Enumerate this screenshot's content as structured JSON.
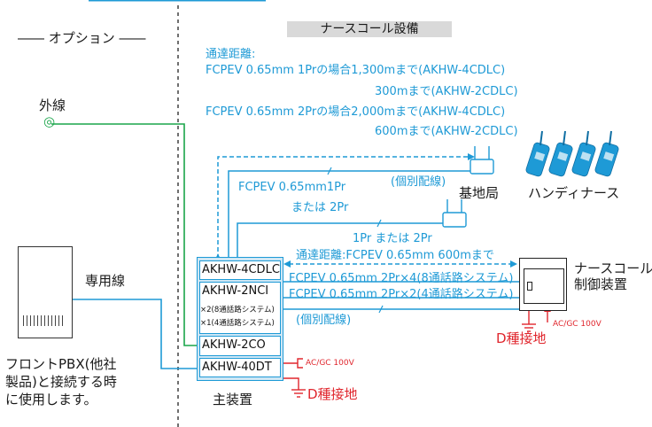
{
  "header": {
    "option_label": "―― オプション ――",
    "nurse_call_equipment": "ナースコール設備"
  },
  "distance_notes": {
    "title": "通達距離:",
    "line1": "FCPEV 0.65mm 1Prの場合1,300mまで(AKHW-4CDLC)",
    "line2": "300mまで(AKHW-2CDLC)",
    "line3": "FCPEV 0.65mm 2Prの場合2,000mまで(AKHW-4CDLC)",
    "line4": "600mまで(AKHW-2CDLC)"
  },
  "outside_line": {
    "label": "外線",
    "symbol": "◎"
  },
  "base_station": {
    "label": "基地局",
    "individual_wiring": "(個別配線)"
  },
  "handy_nurse": {
    "label": "ハンディナース"
  },
  "cable_labels": {
    "fcpev_1pr": "FCPEV 0.65mm1Pr",
    "or_2pr": "または 2Pr",
    "pr_or_2pr": "1Pr または 2Pr"
  },
  "control_links": {
    "distance": "通達距離:FCPEV 0.65mm 600mまで",
    "eight_call": "FCPEV 0.65mm 2Pr×4(8通話路システム)",
    "four_call": "FCPEV 0.65mm 2Pr×2(4通話路システム)",
    "individual_wiring": "(個別配線)"
  },
  "control_unit": {
    "label_line1": "ナースコール",
    "label_line2": "制御装置",
    "power": "AC/GC 100V",
    "ground": "D種接地"
  },
  "main_unit": {
    "label": "主装置",
    "cards": {
      "cdlc": "AKHW-4CDLC",
      "nci": "AKHW-2NCI",
      "nci_x2": "×2(8通話路システム)",
      "nci_x1": "×1(4通話路システム)",
      "co": "AKHW-2CO",
      "dt": "AKHW-40DT"
    },
    "power": "AC/GC 100V",
    "ground": "D種接地"
  },
  "dedicated_line": {
    "label": "専用線"
  },
  "pbx_note": {
    "line1": "フロントPBX(他社",
    "line2": "製品)と接続する時",
    "line3": "に使用します。"
  },
  "colors": {
    "accent_blue": "#1e9ad6",
    "line_green": "#1aa54a",
    "red": "#e0262d",
    "main_bg": "#cfe7f5"
  }
}
